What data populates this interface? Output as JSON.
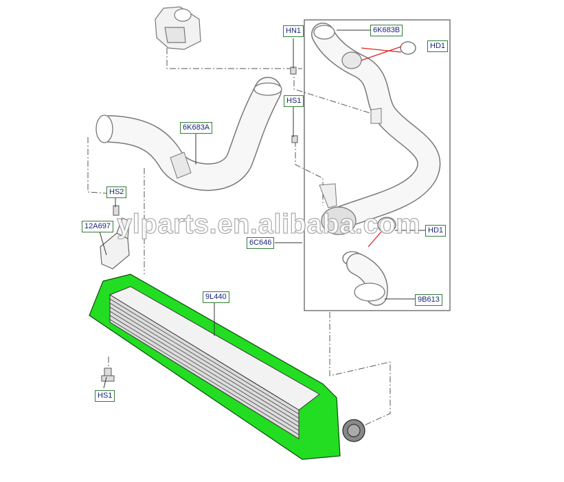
{
  "labels": {
    "hn1": "HN1",
    "p6k683b": "6K683B",
    "hd1_top": "HD1",
    "hs1_top": "HS1",
    "p6k683a": "6K683A",
    "hs2": "HS2",
    "p12a697": "12A697",
    "p6c646": "6C646",
    "hd1_mid": "HD1",
    "p9l440": "9L440",
    "p9b613": "9B613",
    "hs1_bottom": "HS1"
  },
  "watermark": "ylparts.en.alibaba.com",
  "colors": {
    "intercooler": "#22dd22",
    "label_border": "#2e7d32",
    "label_text": "#1a237e",
    "leader_red": "#e02020"
  }
}
